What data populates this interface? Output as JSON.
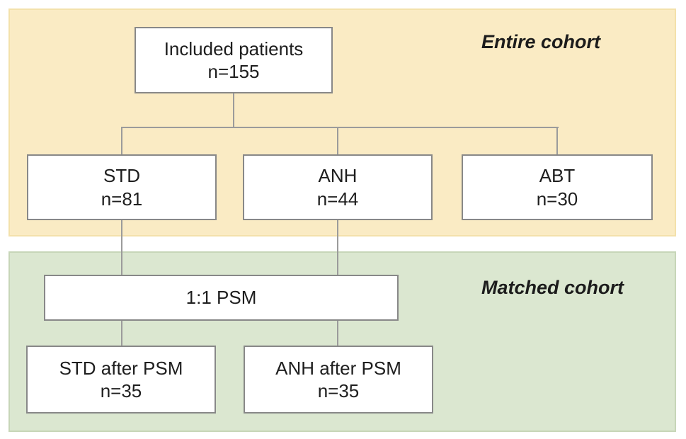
{
  "diagram": {
    "sections": {
      "entire": {
        "label": "Entire cohort"
      },
      "matched": {
        "label": "Matched cohort"
      }
    },
    "boxes": {
      "included": {
        "line1": "Included patients",
        "line2": "n=155"
      },
      "std": {
        "line1": "STD",
        "line2": "n=81"
      },
      "anh": {
        "line1": "ANH",
        "line2": "n=44"
      },
      "abt": {
        "line1": "ABT",
        "line2": "n=30"
      },
      "psm": {
        "line1": "1:1 PSM"
      },
      "std_after": {
        "line1": "STD after PSM",
        "line2": "n=35"
      },
      "anh_after": {
        "line1": "ANH after PSM",
        "line2": "n=35"
      }
    },
    "colors": {
      "entire_panel_bg": "#faebc4",
      "entire_panel_border": "#f3e1ab",
      "matched_panel_bg": "#dbe7d0",
      "matched_panel_border": "#c7d6b8",
      "box_bg": "#ffffff",
      "box_border": "#888888",
      "connector": "#9b9b9b",
      "text": "#1e1e1e"
    }
  }
}
